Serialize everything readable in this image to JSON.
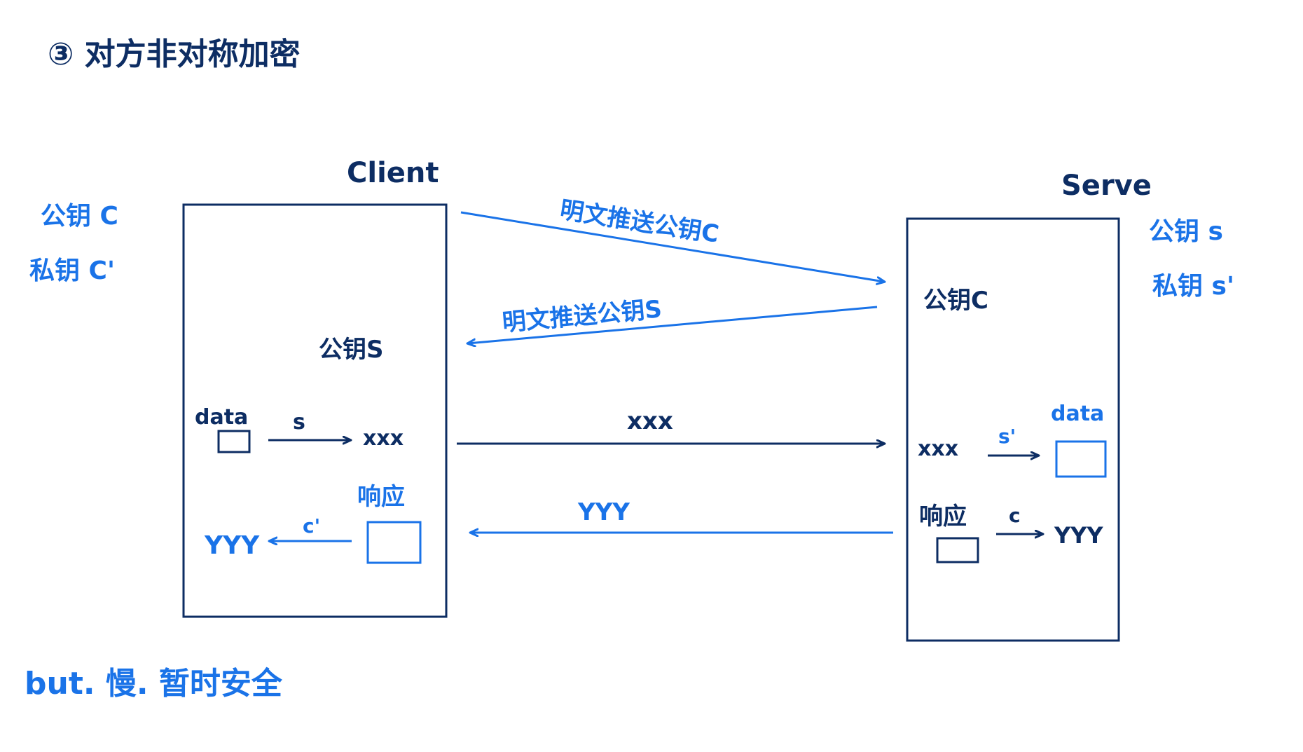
{
  "title": "③ 对方非对称加密",
  "client": {
    "label": "Client",
    "keys": {
      "public": "公钥 C",
      "private": "私钥 C'"
    },
    "received_key": "公钥S",
    "encrypt": {
      "input": "data",
      "key": "s",
      "output": "xxx"
    },
    "decrypt": {
      "input": "响应",
      "key": "c'",
      "output": "YYY"
    }
  },
  "server": {
    "label": "Serve",
    "keys": {
      "public": "公钥 s",
      "private": "私钥 s'"
    },
    "received_key": "公钥C",
    "decrypt": {
      "input": "xxx",
      "key": "s'",
      "output": "data"
    },
    "encrypt": {
      "input": "响应",
      "key": "c",
      "output": "YYY"
    }
  },
  "messages": {
    "push_c": "明文推送公钥C",
    "push_s": "明文推送公钥S",
    "request": "xxx",
    "response": "YYY"
  },
  "footer": "but. 慢. 暂时安全",
  "colors": {
    "dark": "#0d2d63",
    "blue": "#1a73e8"
  }
}
